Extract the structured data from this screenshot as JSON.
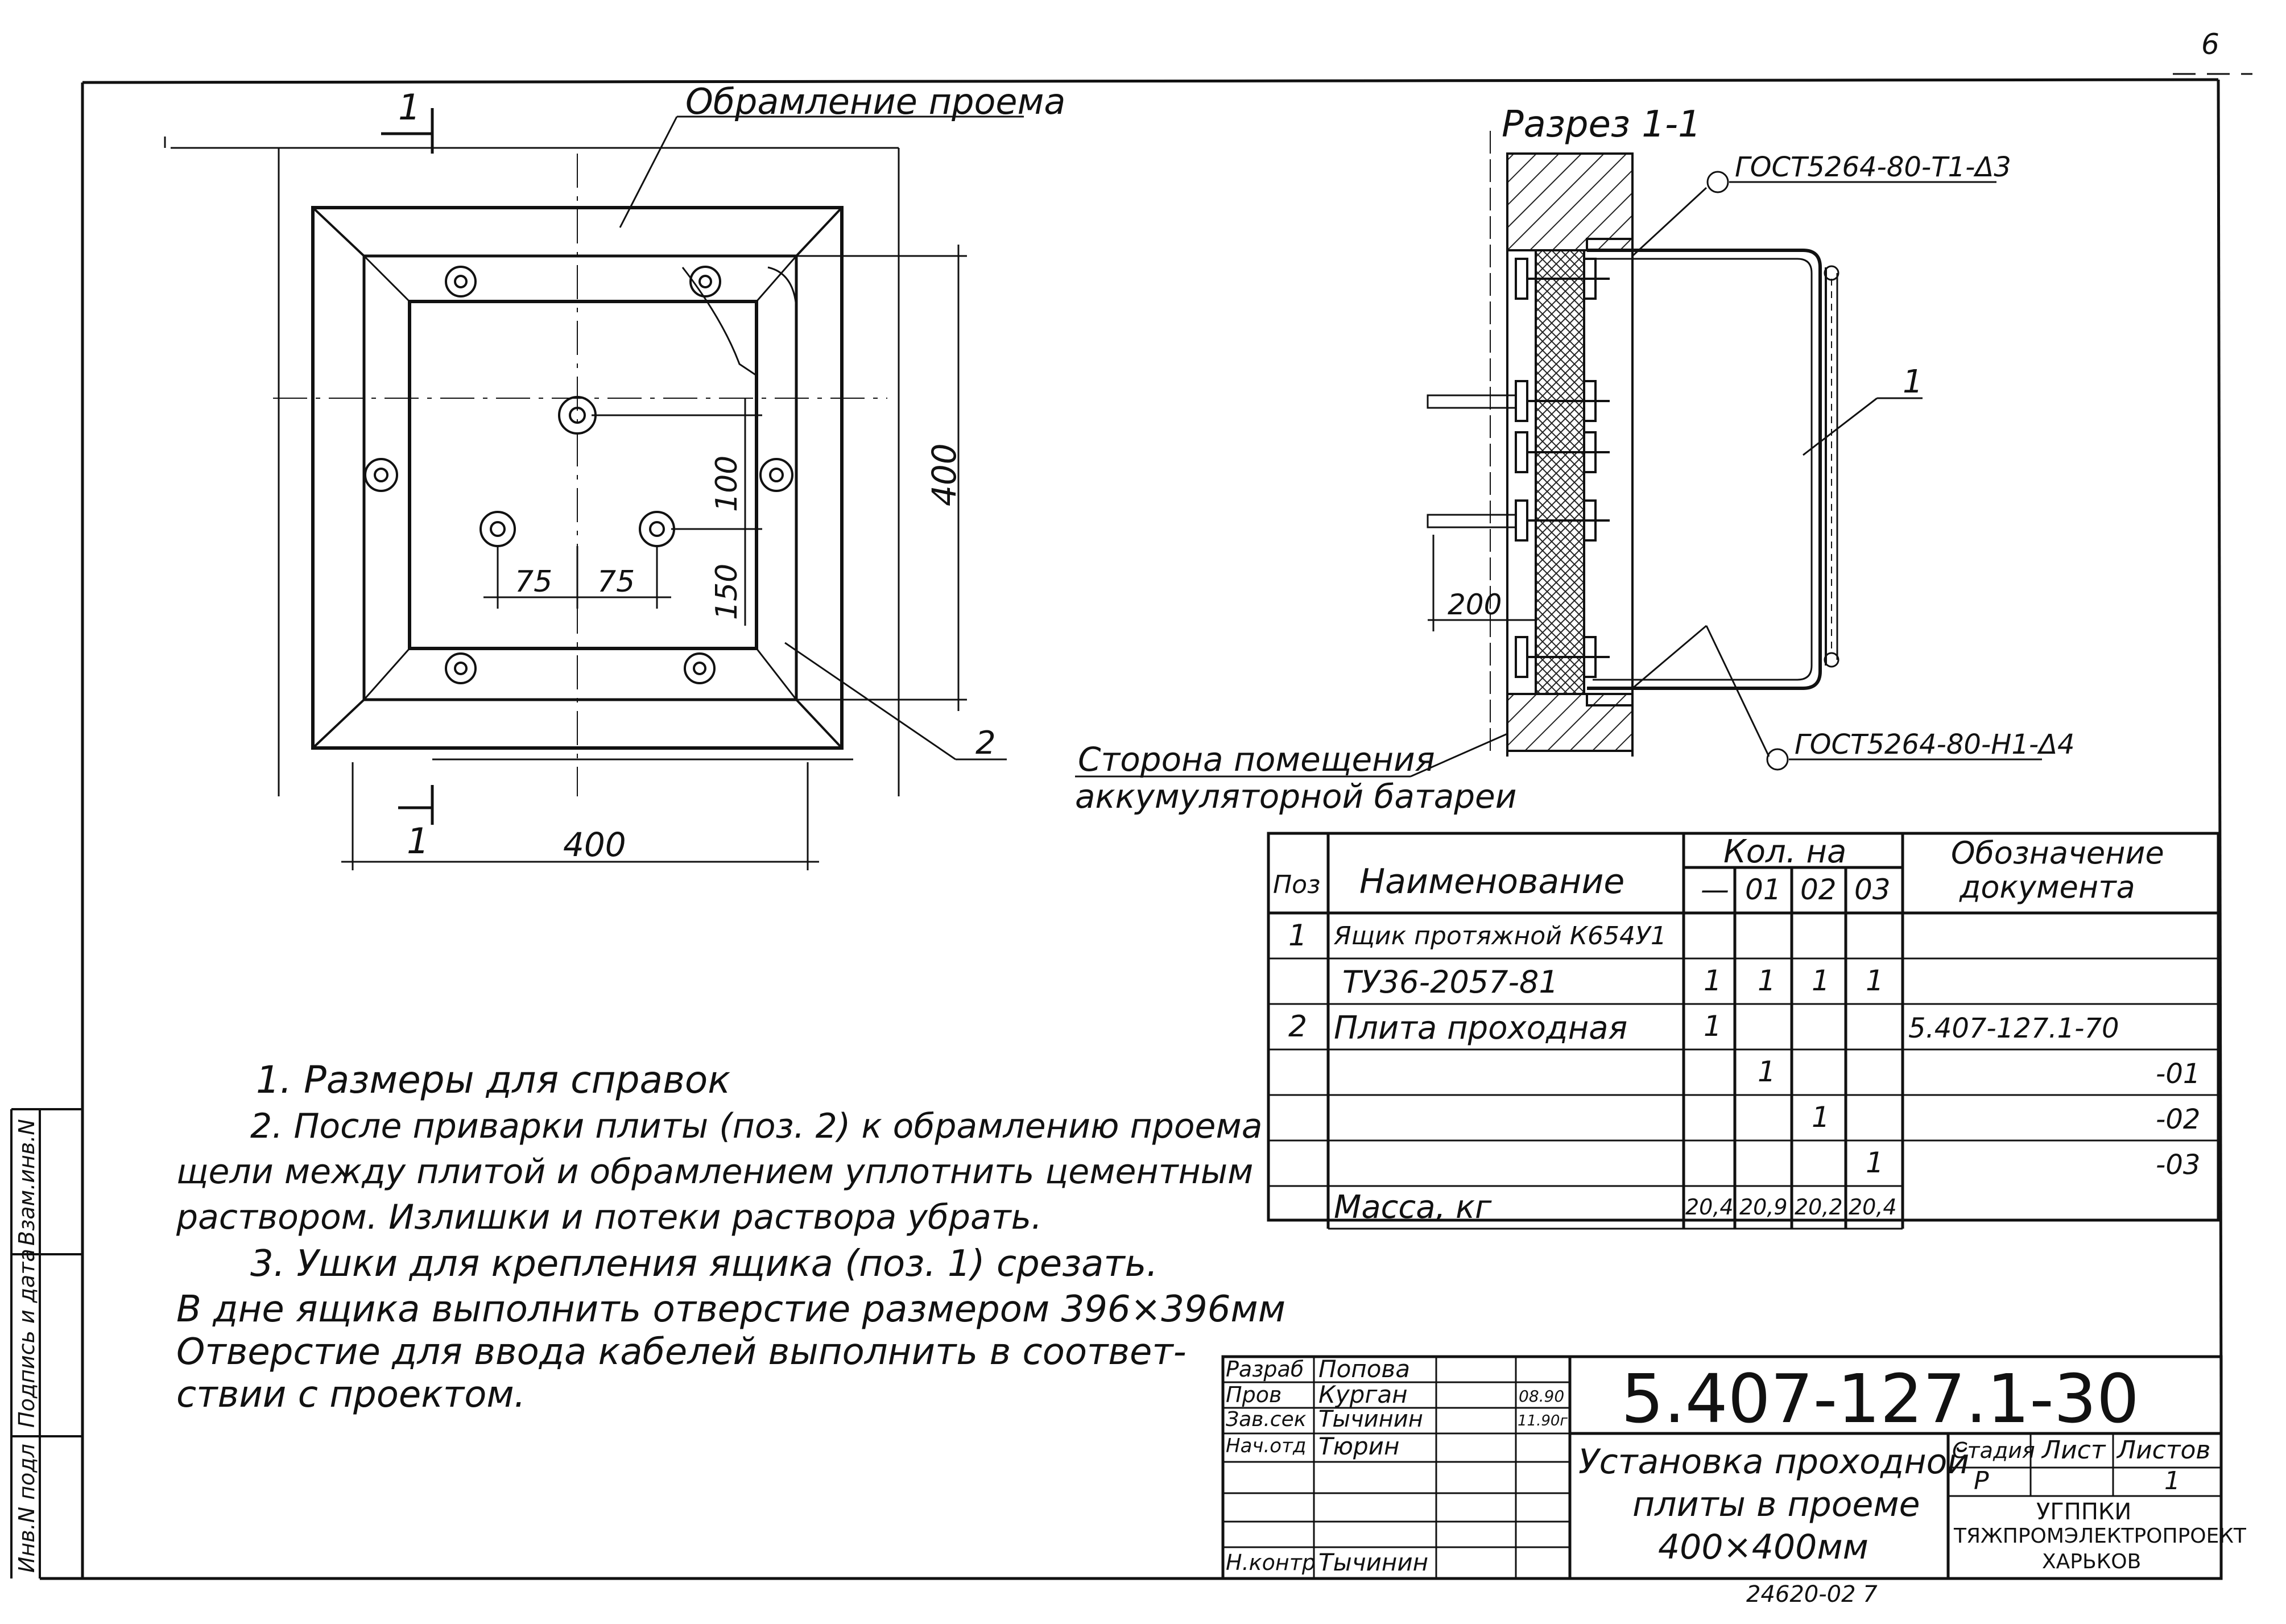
{
  "page_number": "6",
  "plan_view": {
    "label_frame": "Обрамление проема",
    "section_mark_top": "1",
    "section_mark_bottom": "1",
    "dim_width": "400",
    "dim_height": "400",
    "dim_100": "100",
    "dim_150": "150",
    "dim_75_left": "75",
    "dim_75_right": "75",
    "leader_2": "2"
  },
  "section_view": {
    "title": "Разрез 1-1",
    "weld_top": "ГОСТ5264-80-Т1-Δ3",
    "weld_bottom": "ГОСТ5264-80-Н1-Δ4",
    "leader_1": "1",
    "dim_200": "200",
    "room_side_line1": "Сторона помещения",
    "room_side_line2": "аккумуляторной батареи"
  },
  "spec_table": {
    "headers": {
      "pos": "Поз",
      "name": "Наименование",
      "qty": "Кол. на",
      "qty_cols": [
        "—",
        "01",
        "02",
        "03"
      ],
      "doc_line1": "Обозначение",
      "doc_line2": "документа"
    },
    "rows": [
      {
        "pos": "1",
        "name": "Ящик протяжной К654У1",
        "q0": "",
        "q1": "",
        "q2": "",
        "q3": "",
        "doc": ""
      },
      {
        "pos": "",
        "name": "ТУ36-2057-81",
        "q0": "1",
        "q1": "1",
        "q2": "1",
        "q3": "1",
        "doc": ""
      },
      {
        "pos": "2",
        "name": "Плита проходная",
        "q0": "1",
        "q1": "",
        "q2": "",
        "q3": "",
        "doc": "5.407-127.1-70"
      },
      {
        "pos": "",
        "name": "",
        "q0": "",
        "q1": "1",
        "q2": "",
        "q3": "",
        "doc": "-01"
      },
      {
        "pos": "",
        "name": "",
        "q0": "",
        "q1": "",
        "q2": "1",
        "q3": "",
        "doc": "-02"
      },
      {
        "pos": "",
        "name": "",
        "q0": "",
        "q1": "",
        "q2": "",
        "q3": "1",
        "doc": "-03"
      },
      {
        "pos": "",
        "name": "Масса, кг",
        "q0": "20,4",
        "q1": "20,9",
        "q2": "20,2",
        "q3": "20,4",
        "doc": ""
      }
    ]
  },
  "notes": [
    "1. Размеры для справок",
    "2. После приварки плиты (поз. 2) к обрамлению проема",
    "щели между плитой и обрамлением уплотнить цементным",
    "раствором. Излишки и потеки раствора убрать.",
    "3. Ушки для крепления ящика (поз. 1) срезать.",
    "В дне ящика выполнить отверстие размером 396×396мм",
    "Отверстие для ввода кабелей выполнить в соответ-",
    "ствии с проектом."
  ],
  "title_block": {
    "doc_code": "5.407-127.1-30",
    "title_line1": "Установка проходной",
    "title_line2": "плиты в проеме",
    "title_line3": "400×400мм",
    "stage_header": "Стадия",
    "sheet_header": "Лист",
    "sheets_header": "Листов",
    "stage": "Р",
    "sheets": "1",
    "org_line1": "УГППКИ",
    "org_line2": "ТЯЖПРОМЭЛЕКТРОПРОЕКТ",
    "org_line3": "ХАРЬКОВ",
    "roles": [
      {
        "role": "Разраб",
        "name": "Попова",
        "date": ""
      },
      {
        "role": "Пров",
        "name": "Курган",
        "date": "08.90"
      },
      {
        "role": "Зав.сек",
        "name": "Тычинин",
        "date": "11.90г"
      },
      {
        "role": "Нач.отд",
        "name": "Тюрин",
        "date": ""
      },
      {
        "role": "",
        "name": "",
        "date": ""
      },
      {
        "role": "",
        "name": "",
        "date": ""
      },
      {
        "role": "Н.контр",
        "name": "Тычинин",
        "date": ""
      }
    ]
  },
  "side_stamp": {
    "col1": "Инв.N подл",
    "col2": "Подпись и дата",
    "col3": "Взам.инв.N"
  },
  "bottom_code": "24620-02   7"
}
